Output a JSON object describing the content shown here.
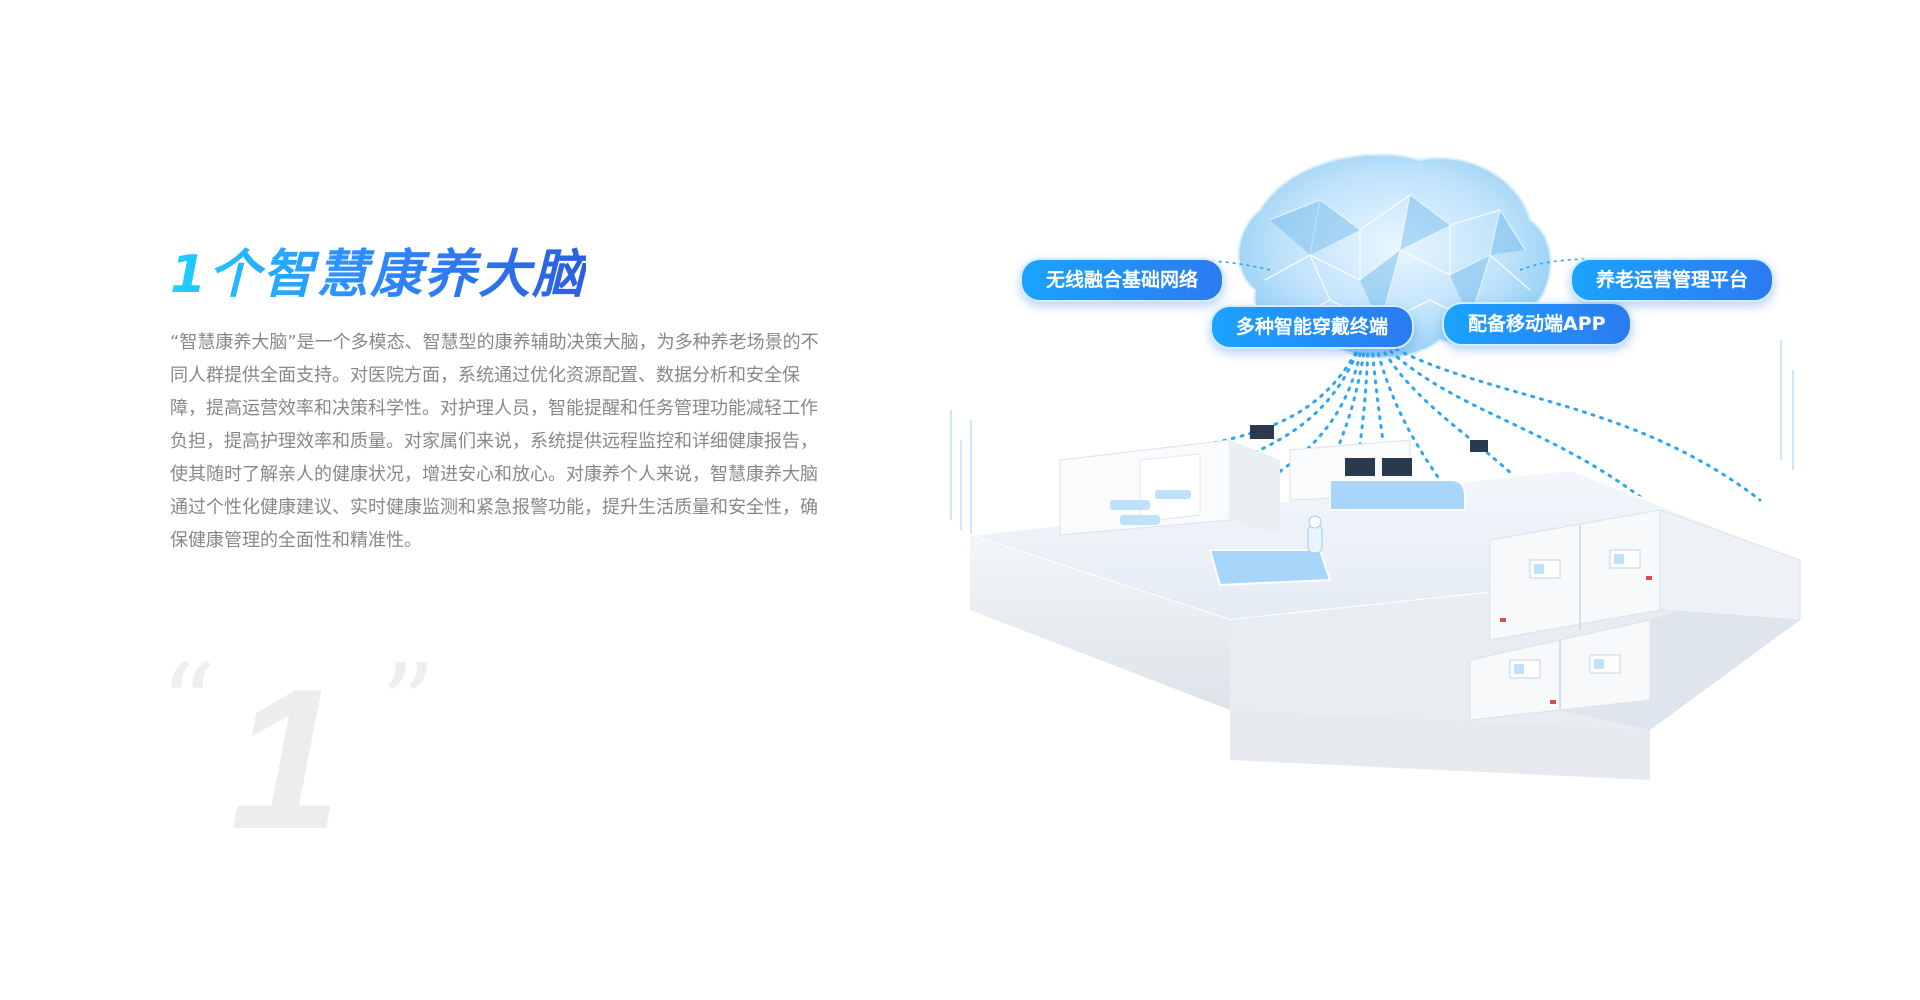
{
  "title": "1个智慧康养大脑",
  "description": "“智慧康养大脑”是一个多模态、智慧型的康养辅助决策大脑，为多种养老场景的不同人群提供全面支持。对医院方面，系统通过优化资源配置、数据分析和安全保障，提高运营效率和决策科学性。对护理人员，智能提醒和任务管理功能减轻工作负担，提高护理效率和质量。对家属们来说，系统提供远程监控和详细健康报告，使其随时了解亲人的健康状况，增进安心和放心。对康养个人来说，智慧康养大脑通过个性化健康建议、实时健康监测和紧急报警功能，提升生活质量和安全性，确保健康管理的全面性和精准性。",
  "big_number": {
    "open_quote": "“",
    "value": "1",
    "close_quote": "”"
  },
  "tags": {
    "wireless": "无线融合基础网络",
    "wearables": "多种智能穿戴终端",
    "mobile": "配备移动端APP",
    "platform": "养老运营管理平台"
  },
  "colors": {
    "accent": "#2b7bf0",
    "accent_light": "#1fd0ff",
    "text": "#888888"
  }
}
